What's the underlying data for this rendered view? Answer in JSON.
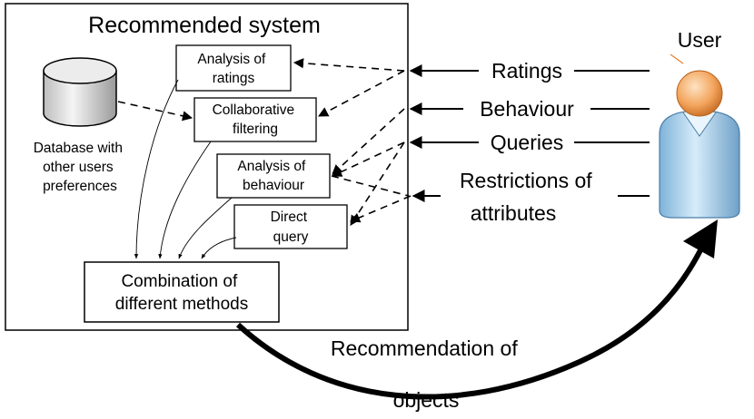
{
  "system": {
    "title": "Recommended system",
    "database_label": [
      "Database with",
      "other users",
      "preferences"
    ]
  },
  "modules": {
    "ratings_analysis": [
      "Analysis of",
      "ratings"
    ],
    "collaborative_filtering": [
      "Collaborative",
      "filtering"
    ],
    "behaviour_analysis": [
      "Analysis of",
      "behaviour"
    ],
    "direct_query": [
      "Direct",
      "query"
    ],
    "combination": [
      "Combination of",
      "different methods"
    ]
  },
  "inputs": {
    "ratings": "Ratings",
    "behaviour": "Behaviour",
    "queries": "Queries",
    "restrictions": [
      "Restrictions of",
      "attributes"
    ]
  },
  "user": {
    "label": "User"
  },
  "output": {
    "label": [
      "Recommendation of",
      "objects"
    ]
  }
}
